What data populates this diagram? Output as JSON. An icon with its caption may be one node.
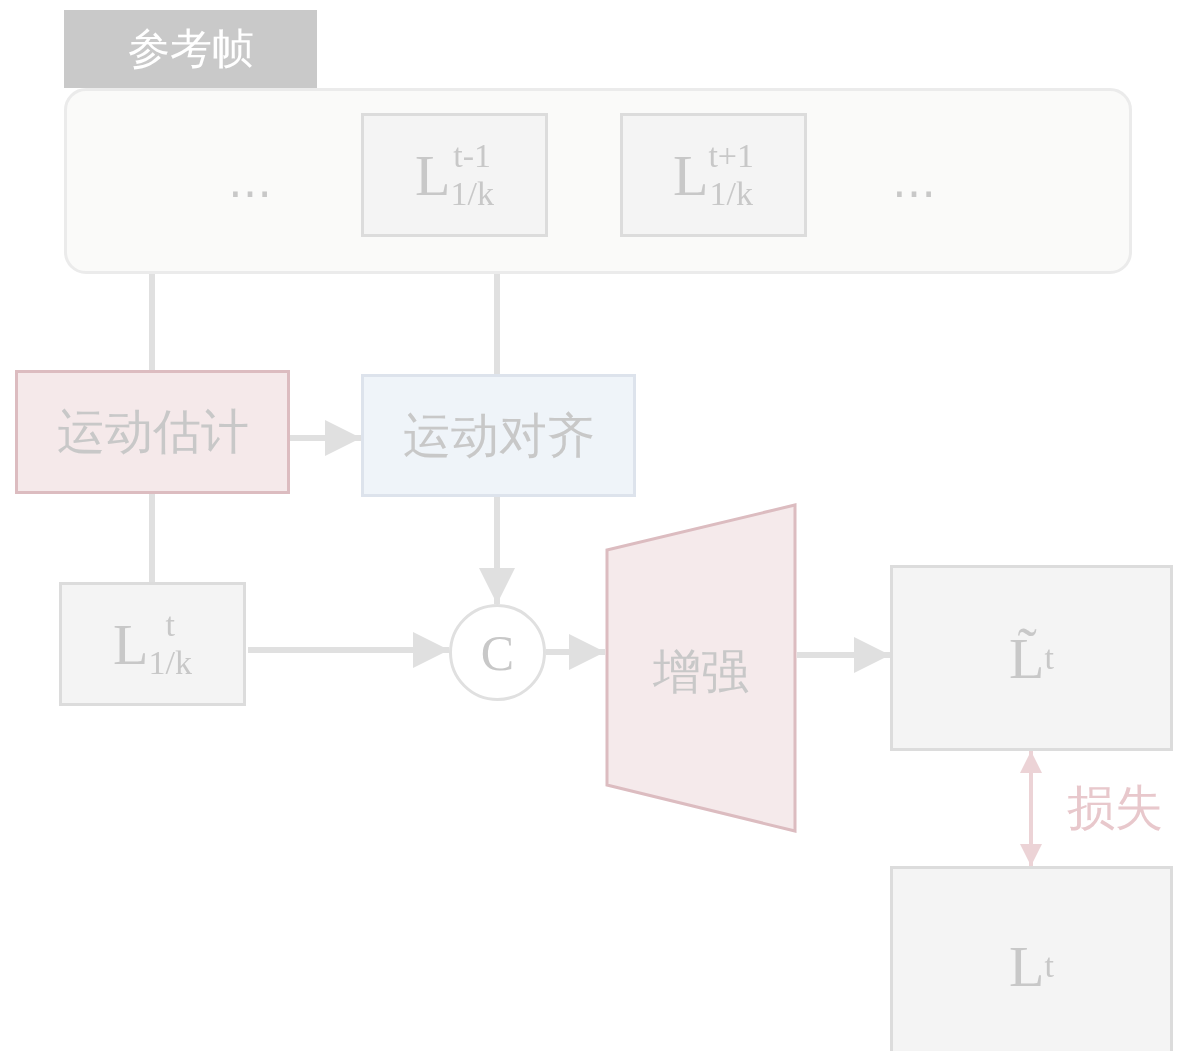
{
  "diagram": {
    "nodes": [
      {
        "text": [
          "参考帧"
        ]
      },
      {
        "text": [
          "L$^{t-1}$$_{1/k}$"
        ],
        "in": 0
      },
      {
        "text": [
          "L$^{t+1}$$_{1/k}$"
        ],
        "in": 0
      },
      {
        "text": [
          "运动估计"
        ]
      },
      {
        "text": [
          "运动对齐"
        ]
      },
      {
        "text": [
          "L$^{t}$$_{1/k}$"
        ]
      },
      {
        "text": [
          "C"
        ]
      },
      {
        "text": [
          "增强"
        ]
      },
      {
        "text": [
          "L̃$^{t}$"
        ]
      },
      {
        "text": [
          "L$^{t}$"
        ]
      }
    ],
    "edges": [
      {
        "from": 0,
        "to": 3,
        "arrow": "none"
      },
      {
        "from": 0,
        "to": 4,
        "arrow": "none"
      },
      {
        "from": 3,
        "to": 4,
        "arrow": "to"
      },
      {
        "from": 3,
        "to": 5,
        "arrow": "none"
      },
      {
        "from": 4,
        "to": 6,
        "arrow": "to"
      },
      {
        "from": 5,
        "to": 6,
        "arrow": "to"
      },
      {
        "from": 6,
        "to": 7,
        "arrow": "to"
      },
      {
        "from": 7,
        "to": 8,
        "arrow": "to"
      },
      {
        "from": 8,
        "to": 9,
        "arrow": "both",
        "label": "损失",
        "color": "#ecd3d6"
      }
    ],
    "labels": [
      "…",
      "…"
    ]
  }
}
